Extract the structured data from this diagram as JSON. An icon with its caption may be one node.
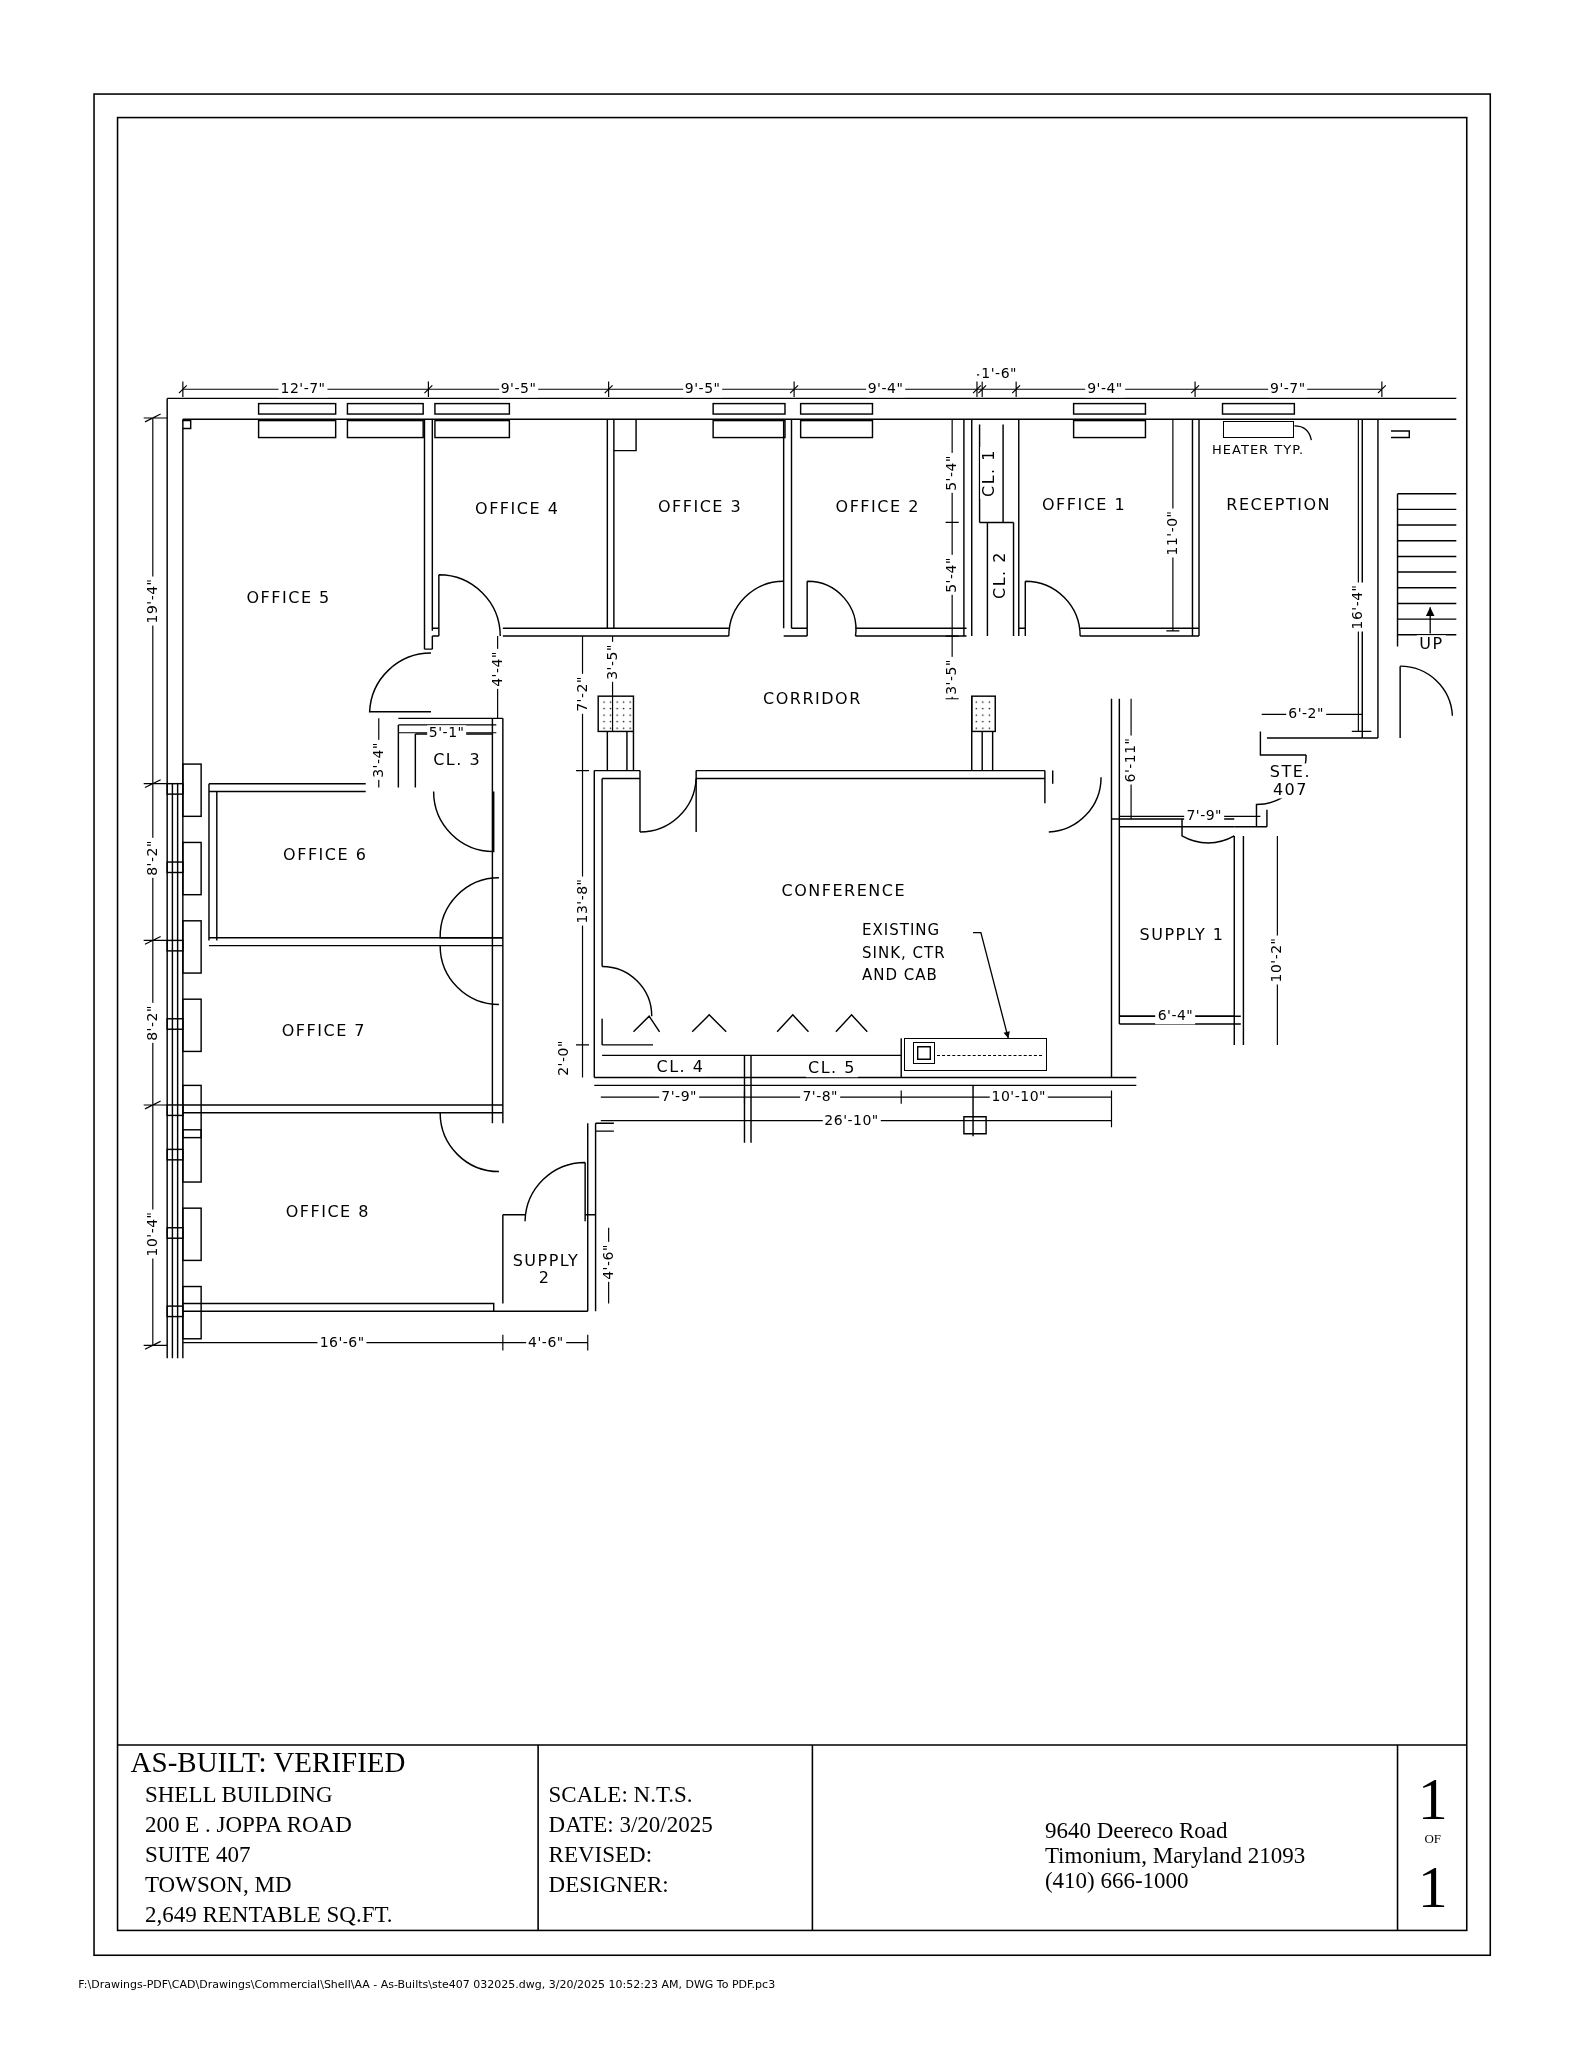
{
  "diagram": {
    "title": "AS-BUILT: VERIFIED",
    "nodes": [
      {
        "text": [
          "HEATER TYP."
        ]
      },
      {
        "text": [],
        "shape": "box"
      },
      {
        "text": [
          "EXISTING SINK, CTR AND CAB"
        ]
      },
      {
        "text": [],
        "shape": "box"
      }
    ],
    "edges": [
      {
        "from": 0,
        "to": 1,
        "arrow": "none"
      },
      {
        "from": 2,
        "to": 3,
        "arrow": "to"
      }
    ],
    "labels": [
      "12'-7\"",
      "9'-5\"",
      "9'-5\"",
      "9'-4\"",
      "1'-6\"",
      "9'-4\"",
      "9'-7\"",
      "5'-4\"",
      "CL. 1",
      "OFFICE 4",
      "OFFICE 3",
      "OFFICE 2",
      "OFFICE 1",
      "11'-0\"",
      "RECEPTION",
      "19'-4\"",
      "OFFICE 5",
      "5'-4\"",
      "CL. 2",
      "16'-4\"",
      "UP",
      "4'-4\"",
      "3'-5\"",
      "3'-5\"",
      "7'-2\"",
      "CORRIDOR",
      "6'-2\"",
      "5'-1\"",
      "3'-4\"",
      "CL. 3",
      "6'-11\"",
      "STE. 407",
      "7'-9\"",
      "OFFICE 6",
      "8'-2\"",
      "CONFERENCE",
      "13'-8\"",
      "SUPPLY 1",
      "10'-2\"",
      "8'-2\"",
      "OFFICE 7",
      "6'-4\"",
      "2'-0\"",
      "CL. 4",
      "CL. 5",
      "7'-9\"",
      "7'-8\"",
      "10'-10\"",
      "26'-10\"",
      "OFFICE 8",
      "10'-4\"",
      "SUPPLY 2",
      "4'-6\"",
      "16'-6\"",
      "4'-6\"",
      "SHELL BUILDING",
      "200 E . JOPPA ROAD",
      "SUITE 407",
      "TOWSON, MD",
      "2,649 RENTABLE SQ.FT.",
      "SCALE: N.T.S.",
      "DATE: 3/20/2025",
      "REVISED:",
      "DESIGNER:",
      "9640 Deereco Road",
      "Timonium, Maryland 21093",
      "(410) 666-1000",
      "1",
      "OF",
      "1",
      "F:\\Drawings-PDF\\CAD\\Drawings\\Commercial\\Shell\\AA - As-Builts\\ste407 032025.dwg, 3/20/2025 10:52:23 AM, DWG To PDF.pc3"
    ]
  }
}
